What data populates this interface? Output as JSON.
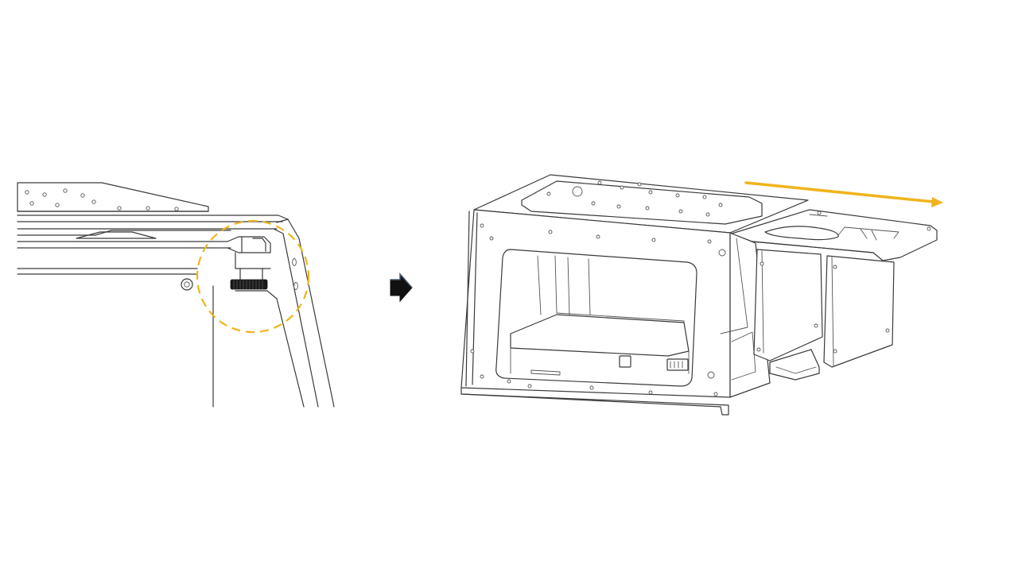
{
  "colors": {
    "highlight": "#f0b41c",
    "line": "#3a3a3a",
    "arrow": "#111111",
    "background": "#ffffff"
  },
  "steps": [
    {
      "name": "detail-view",
      "icon": "knob-screw-highlight"
    },
    {
      "name": "result-view",
      "icon": "slide-out-direction"
    }
  ],
  "transition_icon": "right-arrow-icon"
}
